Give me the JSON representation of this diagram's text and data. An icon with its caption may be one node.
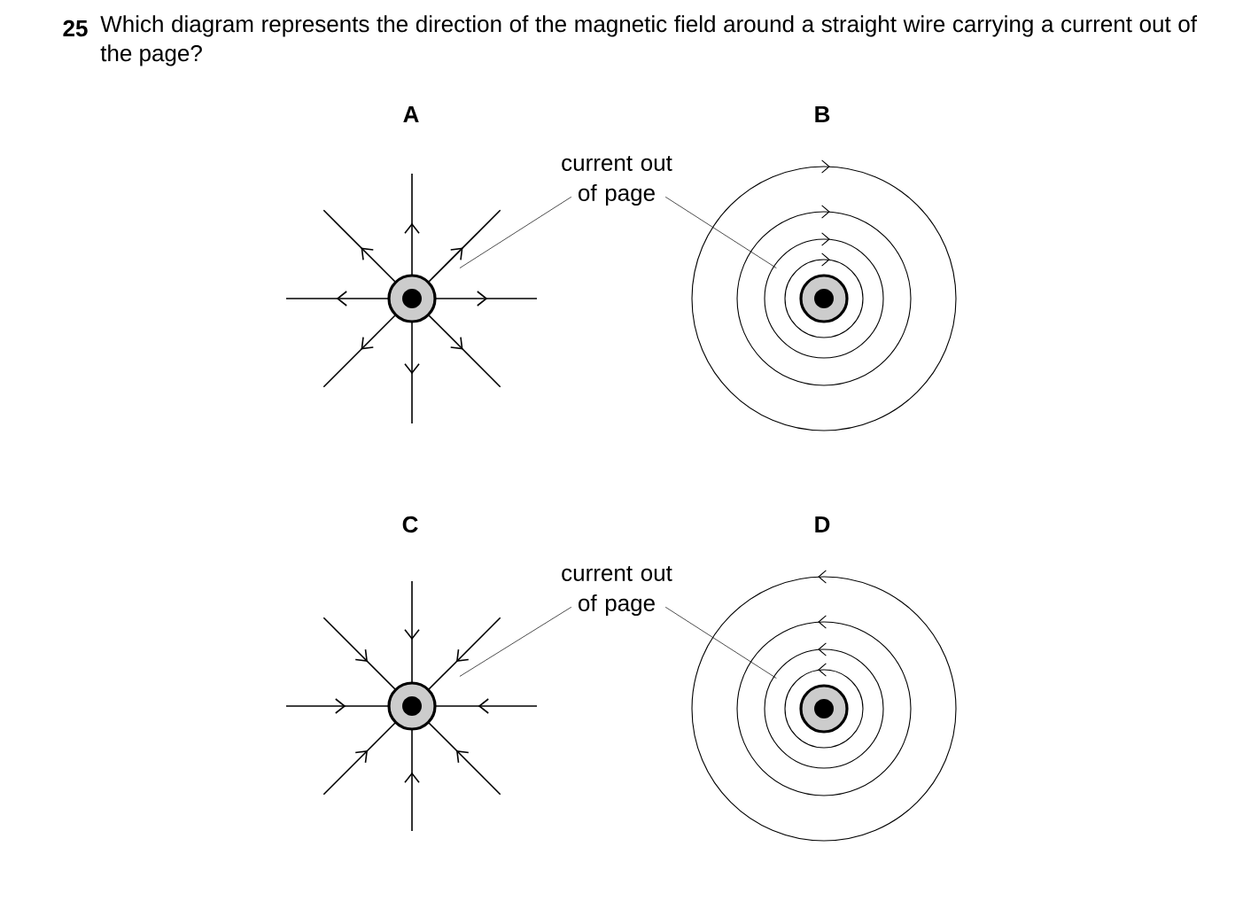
{
  "diagram": {
    "title": "Which diagram represents the direction of the magnetic field around a straight wire carrying a current out of the page?",
    "nodes": [
      {
        "text": [],
        "shape": "circle"
      },
      {
        "text": [
          "current out of page"
        ]
      },
      {
        "text": [],
        "shape": "circle"
      },
      {
        "text": [],
        "shape": "circle"
      },
      {
        "text": [
          "current out of page"
        ]
      },
      {
        "text": [],
        "shape": "circle"
      }
    ],
    "edges": [
      {
        "from": 1,
        "to": 0,
        "arrow": "none"
      },
      {
        "from": 1,
        "to": 2,
        "arrow": "none"
      },
      {
        "from": 4,
        "to": 3,
        "arrow": "none"
      },
      {
        "from": 4,
        "to": 5,
        "arrow": "none"
      }
    ],
    "labels": [
      "25",
      "A",
      "B",
      "C",
      "D"
    ]
  }
}
